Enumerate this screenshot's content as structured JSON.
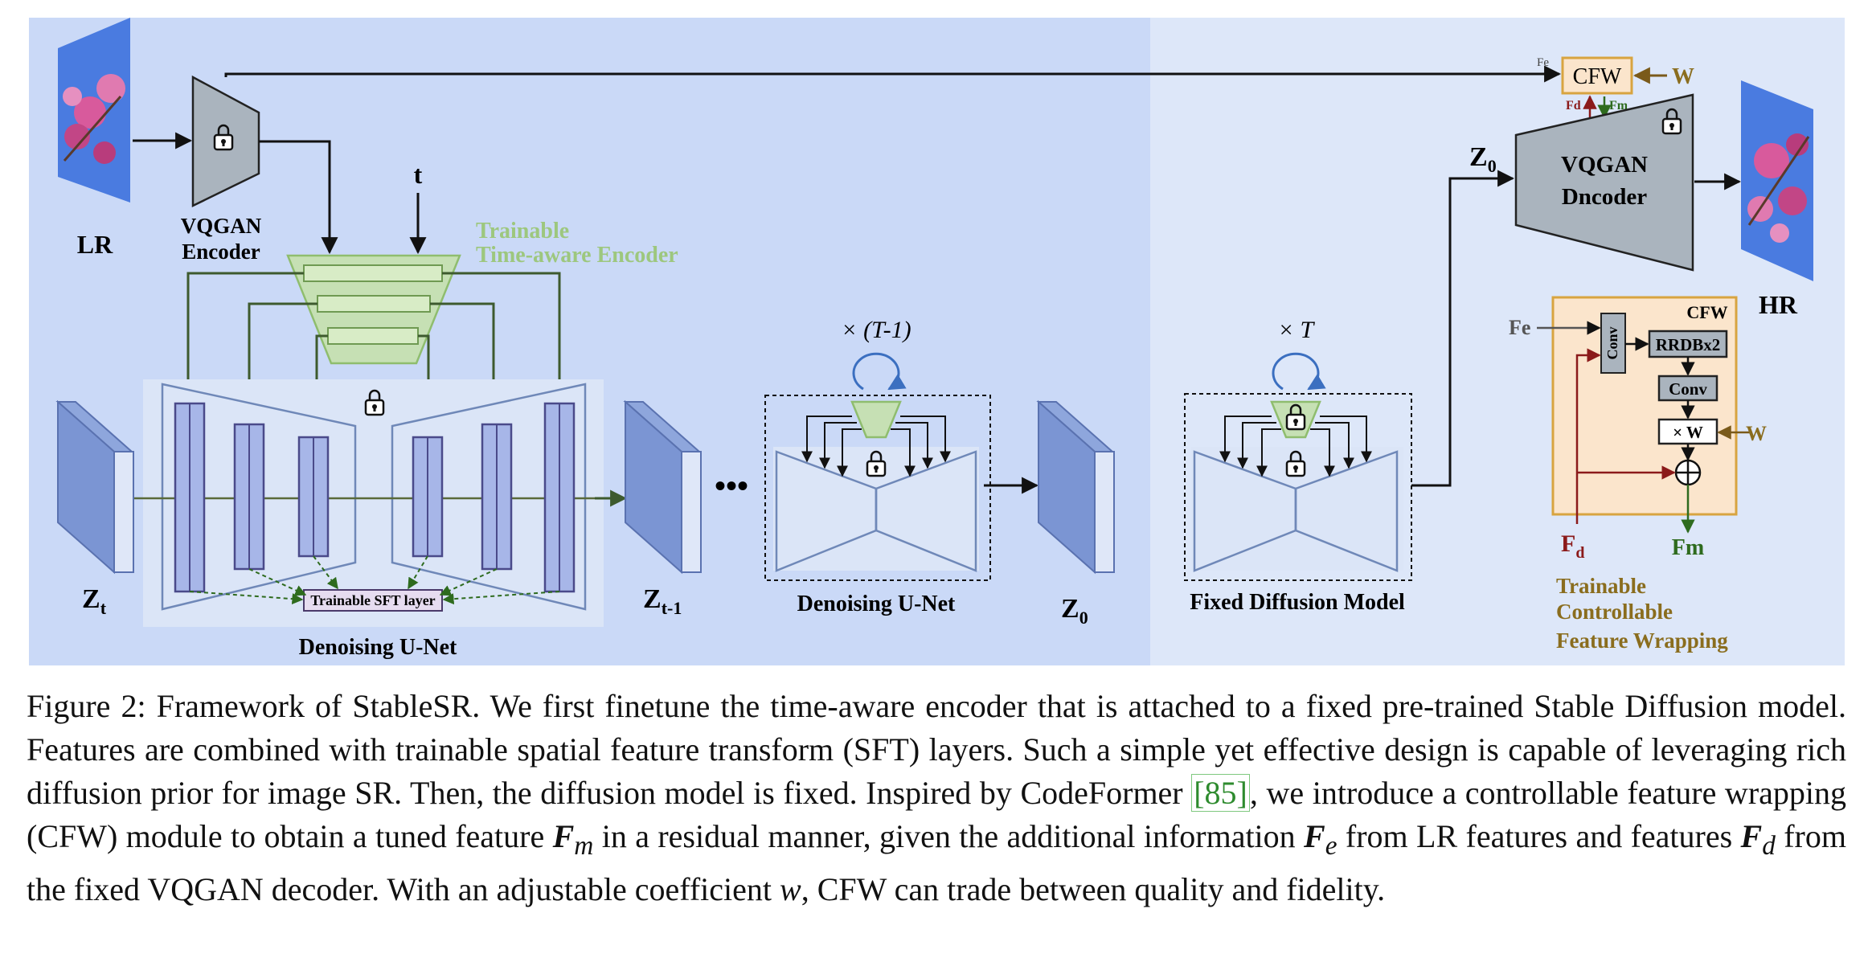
{
  "figure": {
    "lr_label": "LR",
    "hr_label": "HR",
    "vqgan_encoder": [
      "VQGAN",
      "Encoder"
    ],
    "vqgan_decoder": [
      "VQGAN",
      "Dncoder"
    ],
    "t_label": "t",
    "trainable_encoder": [
      "Trainable",
      "Time-aware Encoder"
    ],
    "sft_layer": "Trainable SFT layer",
    "denoising_unet": "Denoising U-Net",
    "denoising_unet_2": "Denoising U-Net",
    "fixed_diffusion": "Fixed Diffusion Model",
    "z_t": "Z",
    "z_t_sub": "t",
    "z_t1": "Z",
    "z_t1_sub": "t-1",
    "z_0a": "Z",
    "z_0a_sub": "0",
    "z_0b": "Z",
    "z_0b_sub": "0",
    "times_t1": "× (T-1)",
    "times_t": "× T",
    "dots": "•••",
    "cfw_top": "CFW",
    "w_top": "W",
    "fe_small": "Fe",
    "fd_small": "Fd",
    "fm_small": "Fm",
    "cfw_box_title": "CFW",
    "fe_label": "Fe",
    "conv_vertical": "Conv",
    "rrdb": "RRDBx2",
    "conv2": "Conv",
    "times_w": "× W",
    "w_label": "W",
    "fd_label": "F",
    "fd_sub": "d",
    "fm_label": "Fm",
    "cfw_caption": [
      "Trainable",
      "Controllable",
      "Feature Wrapping"
    ]
  },
  "caption": {
    "prefix": "Figure 2: Framework of StableSR. We first finetune the time-aware encoder that is attached to a fixed pre-trained Stable Diffusion model. Features are combined with trainable spatial feature transform (SFT) layers. Such a simple yet effective design is capable of leveraging rich diffusion prior for image SR. Then, the diffusion model is fixed. Inspired by CodeFormer ",
    "ref": "[85]",
    "part2": ", we introduce a controllable feature wrapping (CFW) module to obtain a tuned feature ",
    "fm_sym": "F",
    "fm_sub": "m",
    "part3": " in a residual manner, given the additional information ",
    "fe_sym": "F",
    "fe_sub": "e",
    "part4": " from LR features and features ",
    "fd_sym": "F",
    "fd_sub": "d",
    "part5": " from the fixed VQGAN decoder. With an adjustable coefficient ",
    "w_sym": "w",
    "part6": ", CFW can trade between quality and fidelity."
  },
  "colors": {
    "panel_left": "#cad9f7",
    "panel_right": "#dde7f9",
    "green_fill": "#c6e0b4",
    "green_stroke": "#92bf73",
    "green_text": "#9dc77e",
    "gray_fill": "#aab4be",
    "cfw_fill": "#fbe5cc",
    "cfw_stroke": "#d8a440",
    "brown_text": "#8a6d1e",
    "dark_red": "#8b1a1a",
    "dark_green": "#2e6b1e"
  }
}
